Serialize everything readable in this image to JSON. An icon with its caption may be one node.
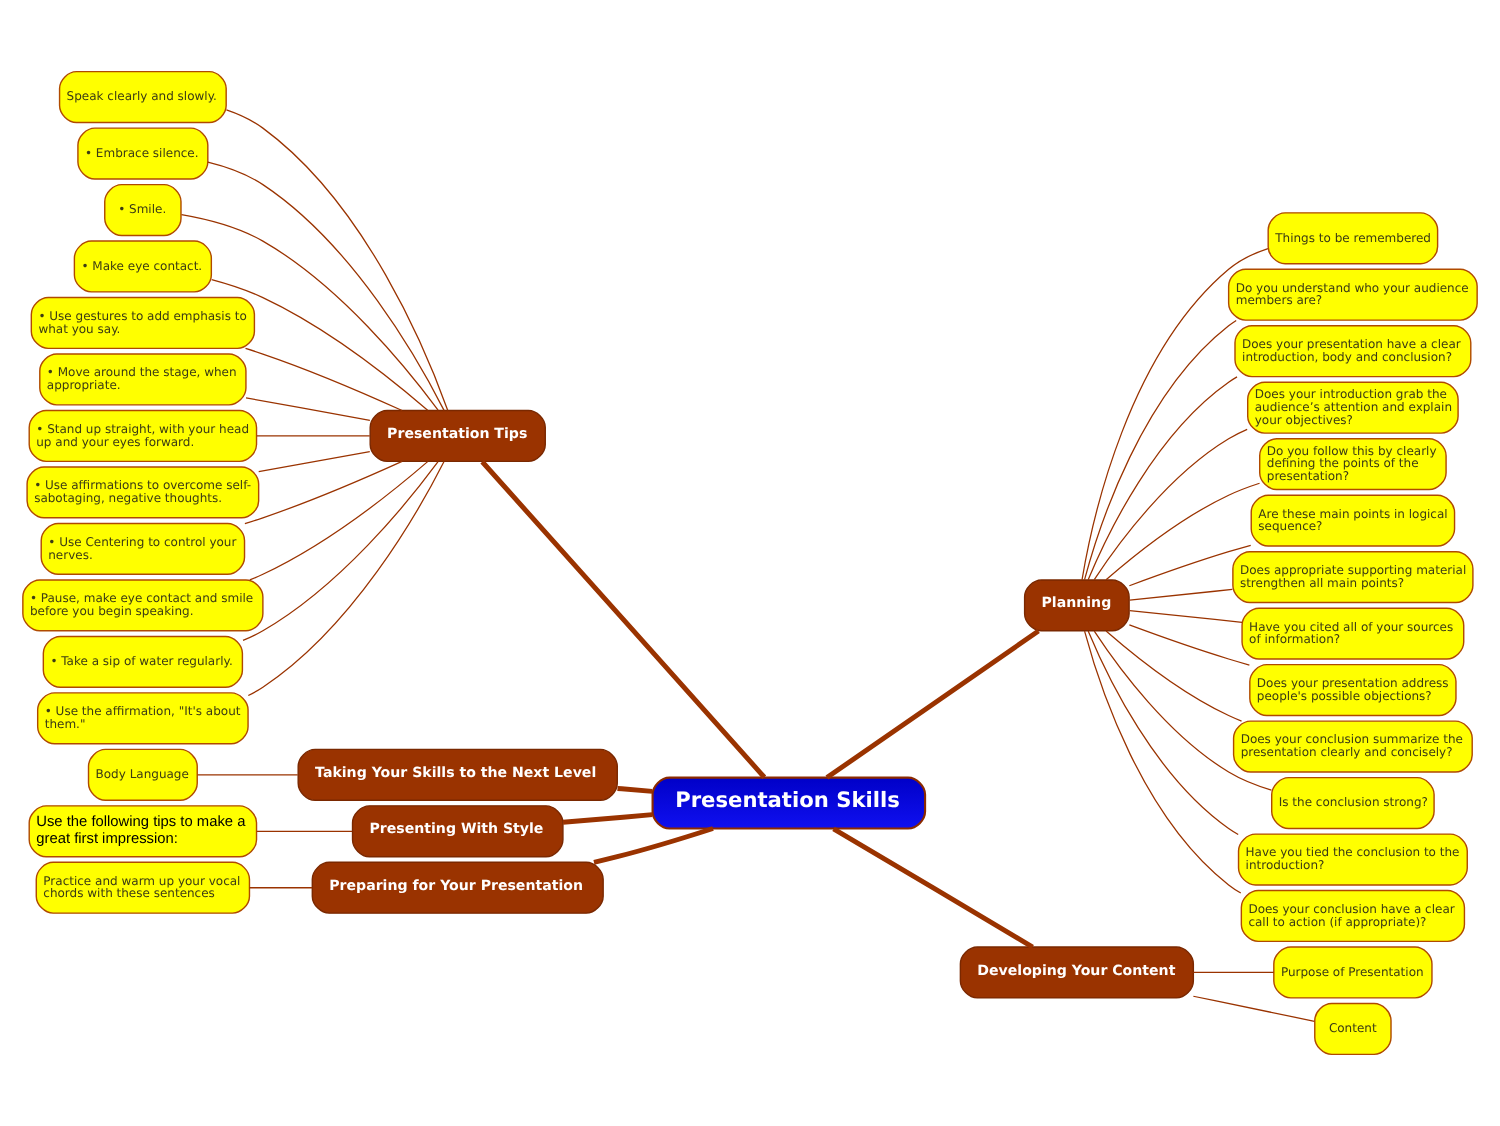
{
  "diagram": {
    "nodes": [
      {
        "text": [
          "Presentation Skills"
        ]
      },
      {
        "text": [
          "Presentation Tips"
        ]
      },
      {
        "text": [
          "Speak clearly and slowly."
        ]
      },
      {
        "text": [
          "• Embrace silence."
        ]
      },
      {
        "text": [
          "• Smile."
        ]
      },
      {
        "text": [
          "• Make eye contact."
        ]
      },
      {
        "text": [
          "• Use gestures to add emphasis to what you say."
        ]
      },
      {
        "text": [
          "• Move around the stage, when appropriate."
        ]
      },
      {
        "text": [
          "• Stand up straight, with your head up and your eyes forward."
        ]
      },
      {
        "text": [
          "• Use affirmations to overcome self-sabotaging, negative thoughts."
        ]
      },
      {
        "text": [
          "• Use Centering to control your nerves."
        ]
      },
      {
        "text": [
          "• Pause, make eye contact and smile before you begin speaking."
        ]
      },
      {
        "text": [
          "• Take a sip of water regularly."
        ]
      },
      {
        "text": [
          "• Use the affirmation, \"It's about them.\""
        ]
      },
      {
        "text": [
          "Taking Your Skills to the Next Level"
        ]
      },
      {
        "text": [
          "Body Language"
        ]
      },
      {
        "text": [
          "Presenting With Style"
        ]
      },
      {
        "text": [
          "Use the following tips to make a great first impression:"
        ]
      },
      {
        "text": [
          "Preparing for Your Presentation"
        ]
      },
      {
        "text": [
          "Practice and warm up your vocal chords with these sentences"
        ]
      },
      {
        "text": [
          "Planning"
        ]
      },
      {
        "text": [
          "Things to be remembered"
        ]
      },
      {
        "text": [
          "Do you understand who your audience members are?"
        ]
      },
      {
        "text": [
          "Does your presentation have a clear introduction, body and conclusion?"
        ]
      },
      {
        "text": [
          "Does your introduction grab the audience’s attention and explain your objectives?"
        ]
      },
      {
        "text": [
          "Do you follow this by clearly defining the points of the presentation?"
        ]
      },
      {
        "text": [
          "Are these main points in logical sequence?"
        ]
      },
      {
        "text": [
          "Does appropriate supporting material strengthen all main points?"
        ]
      },
      {
        "text": [
          "Have you cited all of your sources of information?"
        ]
      },
      {
        "text": [
          "Does your presentation address people's possible objections?"
        ]
      },
      {
        "text": [
          "Does your conclusion summarize the presentation clearly and concisely?"
        ]
      },
      {
        "text": [
          "Is the conclusion strong?"
        ]
      },
      {
        "text": [
          "Have you tied the conclusion to the introduction?"
        ]
      },
      {
        "text": [
          "Does your conclusion have a clear call to action (if appropriate)?"
        ]
      },
      {
        "text": [
          "Developing Your Content"
        ]
      },
      {
        "text": [
          "Purpose of Presentation"
        ]
      },
      {
        "text": [
          "Content"
        ]
      }
    ],
    "edges": [
      {
        "from": 1,
        "to": 0,
        "arrow": "none",
        "style": "thick"
      },
      {
        "from": 2,
        "to": 1,
        "arrow": "none"
      },
      {
        "from": 3,
        "to": 1,
        "arrow": "none"
      },
      {
        "from": 4,
        "to": 1,
        "arrow": "none"
      },
      {
        "from": 5,
        "to": 1,
        "arrow": "none"
      },
      {
        "from": 6,
        "to": 1,
        "arrow": "none"
      },
      {
        "from": 7,
        "to": 1,
        "arrow": "none"
      },
      {
        "from": 8,
        "to": 1,
        "arrow": "none"
      },
      {
        "from": 9,
        "to": 1,
        "arrow": "none"
      },
      {
        "from": 10,
        "to": 1,
        "arrow": "none"
      },
      {
        "from": 11,
        "to": 1,
        "arrow": "none"
      },
      {
        "from": 12,
        "to": 1,
        "arrow": "none"
      },
      {
        "from": 13,
        "to": 1,
        "arrow": "none"
      },
      {
        "from": 14,
        "to": 0,
        "arrow": "none",
        "style": "thick"
      },
      {
        "from": 15,
        "to": 14,
        "arrow": "none"
      },
      {
        "from": 16,
        "to": 0,
        "arrow": "none",
        "style": "thick"
      },
      {
        "from": 17,
        "to": 16,
        "arrow": "none"
      },
      {
        "from": 18,
        "to": 0,
        "arrow": "none",
        "style": "thick"
      },
      {
        "from": 19,
        "to": 18,
        "arrow": "none"
      },
      {
        "from": 0,
        "to": 20,
        "arrow": "none",
        "style": "thick"
      },
      {
        "from": 20,
        "to": 21,
        "arrow": "none"
      },
      {
        "from": 20,
        "to": 22,
        "arrow": "none"
      },
      {
        "from": 20,
        "to": 23,
        "arrow": "none"
      },
      {
        "from": 20,
        "to": 24,
        "arrow": "none"
      },
      {
        "from": 20,
        "to": 25,
        "arrow": "none"
      },
      {
        "from": 20,
        "to": 26,
        "arrow": "none"
      },
      {
        "from": 20,
        "to": 27,
        "arrow": "none"
      },
      {
        "from": 20,
        "to": 28,
        "arrow": "none"
      },
      {
        "from": 20,
        "to": 29,
        "arrow": "none"
      },
      {
        "from": 20,
        "to": 30,
        "arrow": "none"
      },
      {
        "from": 20,
        "to": 31,
        "arrow": "none"
      },
      {
        "from": 20,
        "to": 32,
        "arrow": "none"
      },
      {
        "from": 20,
        "to": 33,
        "arrow": "none"
      },
      {
        "from": 0,
        "to": 34,
        "arrow": "none",
        "style": "thick"
      },
      {
        "from": 34,
        "to": 35,
        "arrow": "none"
      },
      {
        "from": 34,
        "to": 36,
        "arrow": "none"
      }
    ]
  }
}
